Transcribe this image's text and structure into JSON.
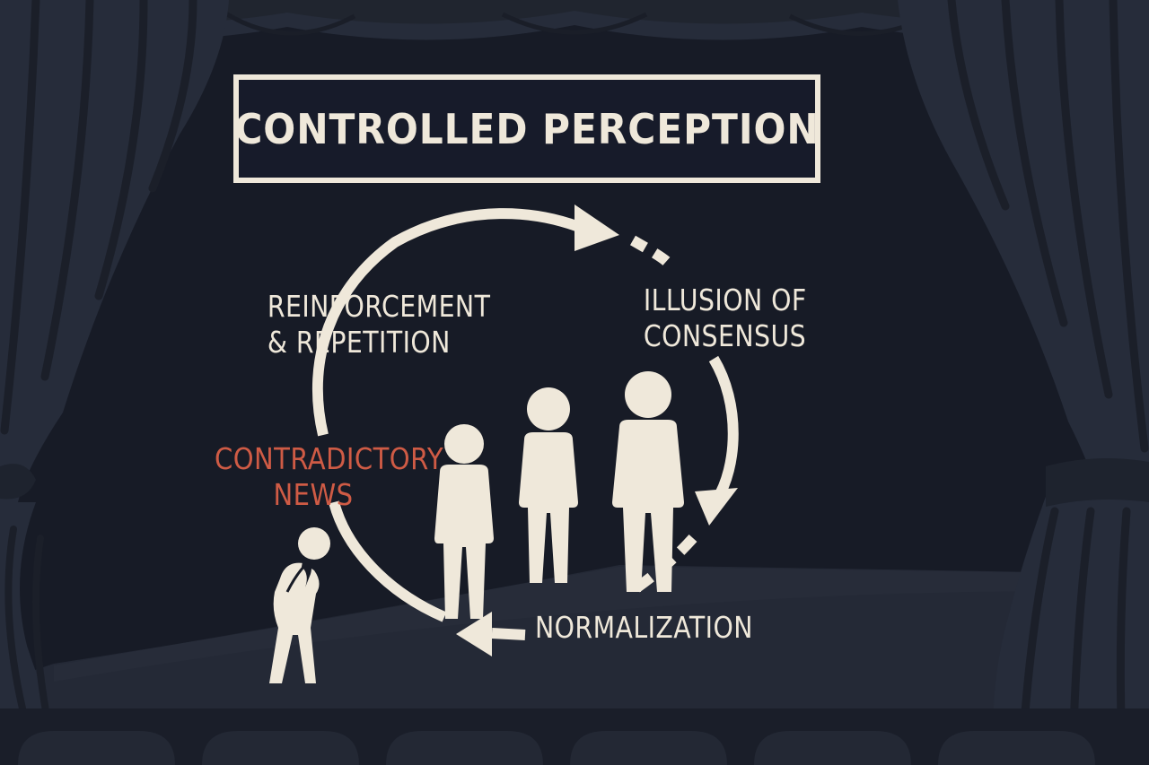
{
  "title": "CONTROLLED PERCEPTION",
  "cycle": {
    "stages": [
      {
        "id": "reinforcement",
        "lines": [
          "REINFORCEMENT",
          "& REPETITION"
        ]
      },
      {
        "id": "illusion",
        "lines": [
          "ILLUSION OF",
          "CONSENSUS"
        ]
      },
      {
        "id": "normalization",
        "lines": [
          "NORMALIZATION"
        ]
      },
      {
        "id": "contradictory",
        "lines": [
          "CONTRADICTORY",
          "NEWS"
        ]
      }
    ]
  },
  "colors": {
    "background": "#171b26",
    "curtain": "#2a3040",
    "curtain_dark": "#1c212d",
    "stage_floor": "#252a36",
    "cream": "#efe8da",
    "accent": "#cf5b45"
  },
  "figures": [
    "standing-person",
    "standing-person",
    "standing-person",
    "distressed-person"
  ]
}
